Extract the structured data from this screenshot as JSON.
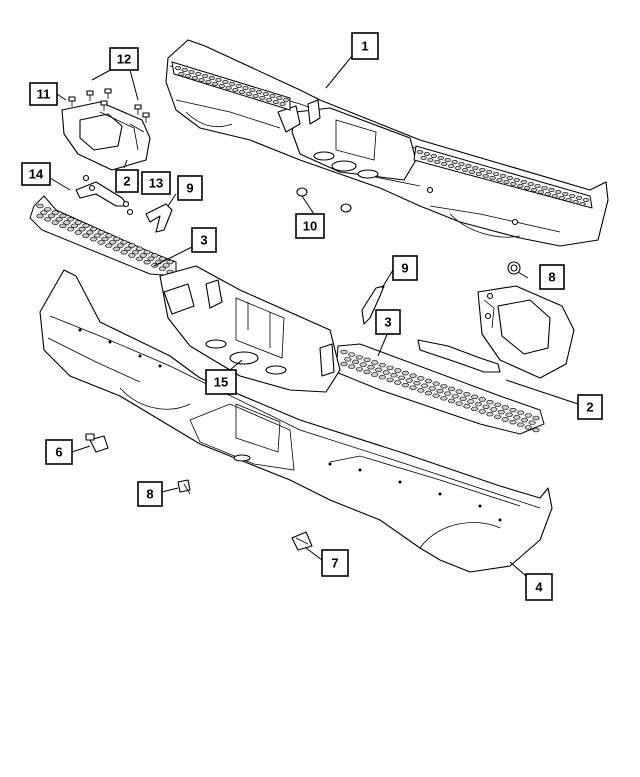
{
  "colors": {
    "line": "#000000",
    "background": "#ffffff",
    "grille_fill": "#cfcfcf"
  },
  "callouts": [
    {
      "label": "1",
      "name": "callout-1"
    },
    {
      "label": "12",
      "name": "callout-12"
    },
    {
      "label": "11",
      "name": "callout-11"
    },
    {
      "label": "14",
      "name": "callout-14"
    },
    {
      "label": "2",
      "name": "callout-2-left"
    },
    {
      "label": "13",
      "name": "callout-13"
    },
    {
      "label": "9",
      "name": "callout-9-left"
    },
    {
      "label": "10",
      "name": "callout-10"
    },
    {
      "label": "3",
      "name": "callout-3-upper"
    },
    {
      "label": "9",
      "name": "callout-9-right"
    },
    {
      "label": "8",
      "name": "callout-8-right"
    },
    {
      "label": "3",
      "name": "callout-3-lower"
    },
    {
      "label": "15",
      "name": "callout-15"
    },
    {
      "label": "2",
      "name": "callout-2-right"
    },
    {
      "label": "6",
      "name": "callout-6"
    },
    {
      "label": "8",
      "name": "callout-8-left"
    },
    {
      "label": "7",
      "name": "callout-7"
    },
    {
      "label": "4",
      "name": "callout-4"
    }
  ]
}
